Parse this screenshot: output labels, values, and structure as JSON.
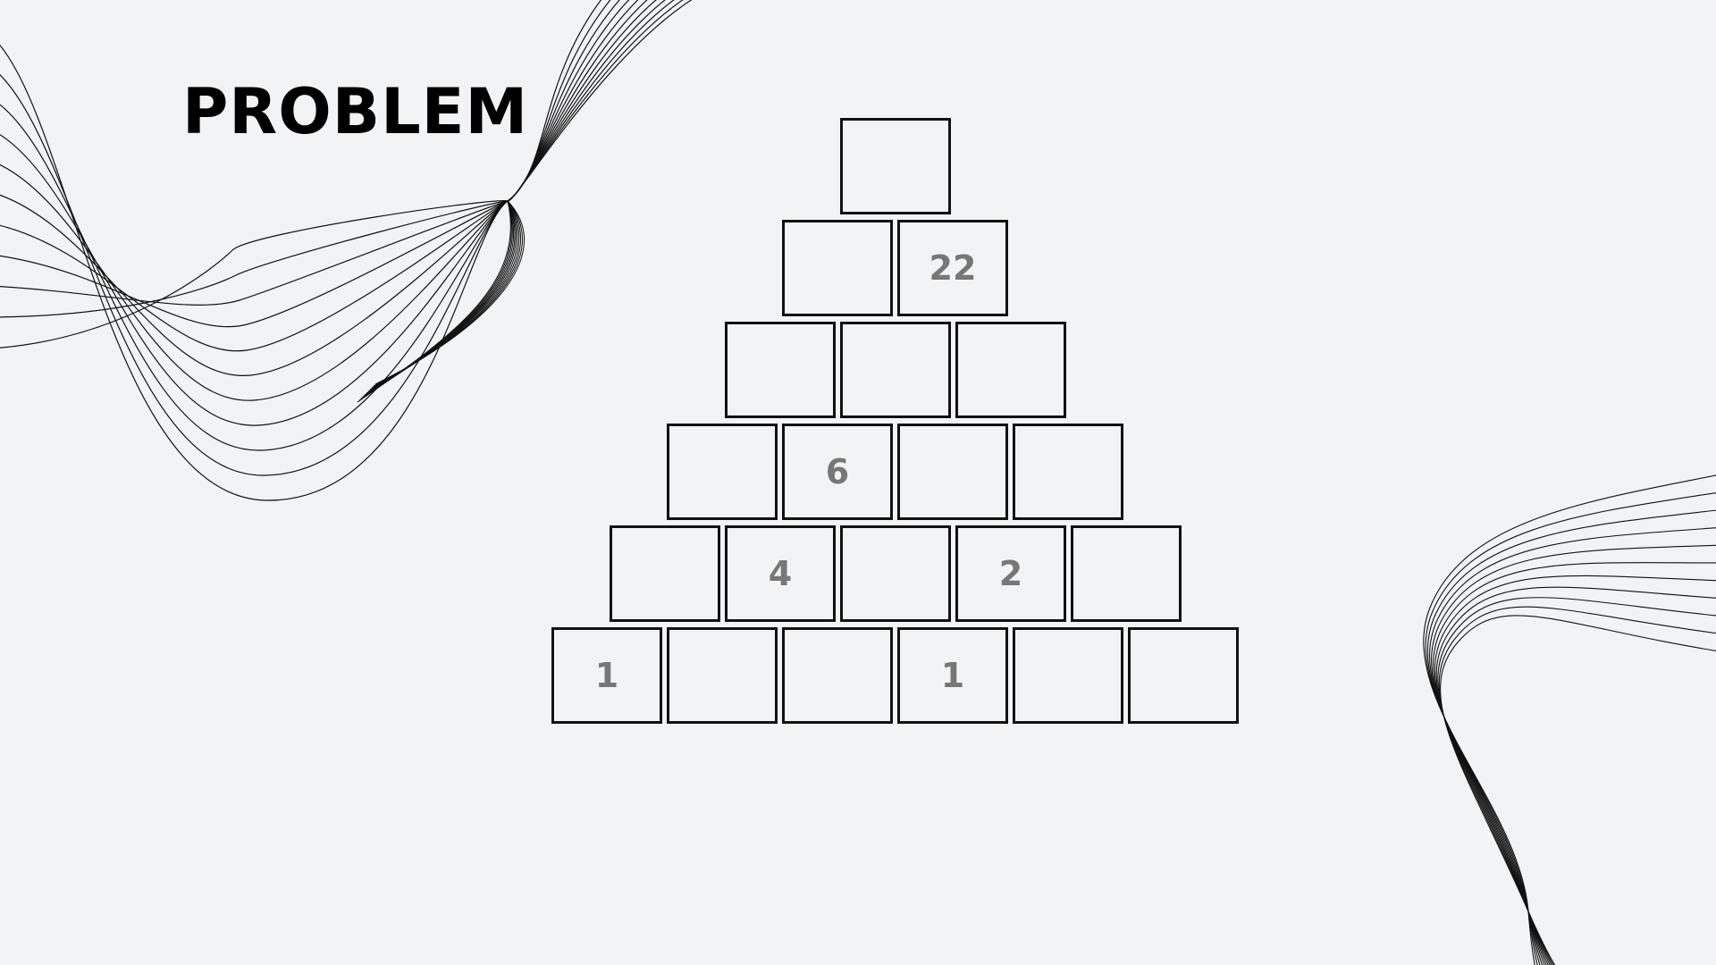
{
  "slide": {
    "title": "PROBLEM"
  },
  "pyramid": {
    "rows": [
      [
        ""
      ],
      [
        "",
        "22"
      ],
      [
        "",
        "",
        ""
      ],
      [
        "",
        "6",
        "",
        ""
      ],
      [
        "",
        "4",
        "",
        "2",
        ""
      ],
      [
        "1",
        "",
        "",
        "1",
        "",
        ""
      ]
    ]
  },
  "decorations": {
    "top_left": "wave-lines-ornament",
    "bottom_right": "wave-lines-ornament"
  },
  "colors": {
    "background": "#f2f3f5",
    "cell_border": "#111111",
    "cell_text": "#777777",
    "title": "#000000"
  }
}
